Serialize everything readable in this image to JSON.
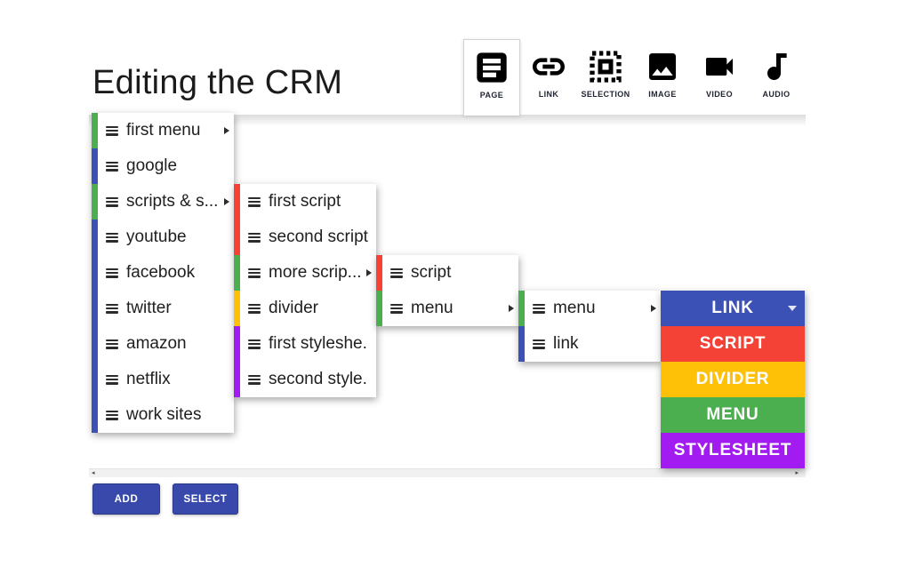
{
  "title": "Editing the CRM",
  "toolbar": {
    "tabs": [
      {
        "label": "PAGE",
        "icon": "page-icon",
        "selected": true
      },
      {
        "label": "LINK",
        "icon": "link-icon",
        "selected": false
      },
      {
        "label": "SELECTION",
        "icon": "selection-icon",
        "selected": false
      },
      {
        "label": "IMAGE",
        "icon": "image-icon",
        "selected": false
      },
      {
        "label": "VIDEO",
        "icon": "video-icon",
        "selected": false
      },
      {
        "label": "AUDIO",
        "icon": "audio-icon",
        "selected": false
      }
    ]
  },
  "colors": {
    "link_blue": "#3C51B5",
    "script_red": "#F44336",
    "divider_amber": "#FFC107",
    "menu_green": "#4BAE4F",
    "stylesheet_purple": "#A21BF0",
    "action_indigo": "#3949AB"
  },
  "icons": {
    "drag_handle": "≡",
    "submenu_arrow": "▸",
    "dropdown_caret": "▾"
  },
  "menus": [
    {
      "name": "root-menu",
      "items": [
        {
          "label": "first menu",
          "type": "menu",
          "has_submenu": true
        },
        {
          "label": "google",
          "type": "link",
          "has_submenu": false
        },
        {
          "label": "scripts & s...",
          "type": "menu",
          "has_submenu": true
        },
        {
          "label": "youtube",
          "type": "link",
          "has_submenu": false
        },
        {
          "label": "facebook",
          "type": "link",
          "has_submenu": false
        },
        {
          "label": "twitter",
          "type": "link",
          "has_submenu": false
        },
        {
          "label": "amazon",
          "type": "link",
          "has_submenu": false
        },
        {
          "label": "netflix",
          "type": "link",
          "has_submenu": false
        },
        {
          "label": "work sites",
          "type": "link",
          "has_submenu": false
        }
      ]
    },
    {
      "name": "scripts-submenu",
      "items": [
        {
          "label": "first script",
          "type": "script",
          "has_submenu": false
        },
        {
          "label": "second script",
          "type": "script",
          "has_submenu": false
        },
        {
          "label": "more scrip...",
          "type": "menu",
          "has_submenu": true
        },
        {
          "label": "divider",
          "type": "divider",
          "has_submenu": false
        },
        {
          "label": "first styleshe.",
          "type": "stylesheet",
          "has_submenu": false
        },
        {
          "label": "second style.",
          "type": "stylesheet",
          "has_submenu": false
        }
      ]
    },
    {
      "name": "more-scripts-submenu",
      "items": [
        {
          "label": "script",
          "type": "script",
          "has_submenu": false
        },
        {
          "label": "menu",
          "type": "menu",
          "has_submenu": true
        }
      ]
    },
    {
      "name": "nested-menu-submenu",
      "items": [
        {
          "label": "menu",
          "type": "menu",
          "has_submenu": true
        },
        {
          "label": "link",
          "type": "link",
          "has_submenu": false
        }
      ]
    }
  ],
  "type_picker": {
    "options": [
      {
        "label": "LINK",
        "type": "link",
        "caret": true
      },
      {
        "label": "SCRIPT",
        "type": "script",
        "caret": false
      },
      {
        "label": "DIVIDER",
        "type": "divider",
        "caret": false
      },
      {
        "label": "MENU",
        "type": "menu",
        "caret": false
      },
      {
        "label": "STYLESHEET",
        "type": "stylesheet",
        "caret": false
      }
    ]
  },
  "scrollbar": {
    "left_arrow": "◂",
    "right_arrow": "▸"
  },
  "actions": {
    "add_label": "ADD",
    "select_label": "SELECT"
  }
}
